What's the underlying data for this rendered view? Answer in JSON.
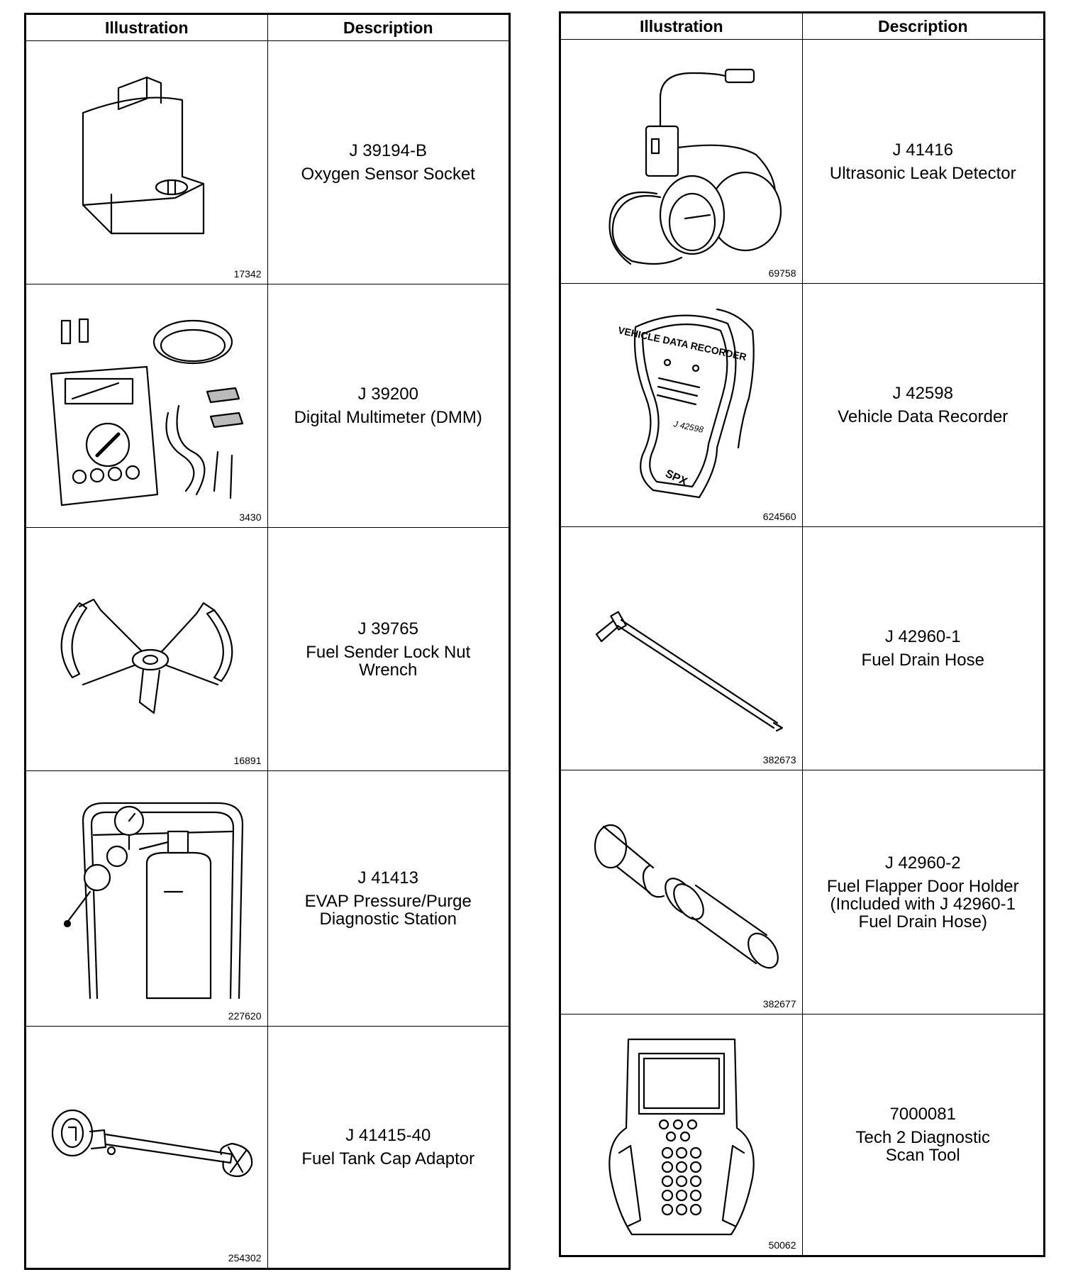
{
  "left_table": {
    "header": {
      "illustration": "Illustration",
      "description": "Description"
    },
    "rows": [
      {
        "figure_id": "17342",
        "part_number": "J 39194-B",
        "name": "Oxygen Sensor Socket"
      },
      {
        "figure_id": "3430",
        "part_number": "J 39200",
        "name": "Digital Multimeter (DMM)"
      },
      {
        "figure_id": "16891",
        "part_number": "J 39765",
        "name": "Fuel Sender Lock Nut\nWrench"
      },
      {
        "figure_id": "227620",
        "part_number": "J 41413",
        "name": "EVAP Pressure/Purge\nDiagnostic Station"
      },
      {
        "figure_id": "254302",
        "part_number": "J 41415-40",
        "name": "Fuel Tank Cap Adaptor"
      }
    ]
  },
  "right_table": {
    "header": {
      "illustration": "Illustration",
      "description": "Description"
    },
    "rows": [
      {
        "figure_id": "69758",
        "part_number": "J 41416",
        "name": "Ultrasonic Leak Detector"
      },
      {
        "figure_id": "624560",
        "part_number": "J 42598",
        "name": "Vehicle Data Recorder",
        "device_label": "VEHICLE DATA RECORDER",
        "device_model": "J 42598",
        "device_brand": "SPX"
      },
      {
        "figure_id": "382673",
        "part_number": "J 42960-1",
        "name": "Fuel Drain Hose"
      },
      {
        "figure_id": "382677",
        "part_number": "J  42960-2",
        "name": "Fuel Flapper Door Holder\n(Included with J 42960-1\nFuel Drain Hose)"
      },
      {
        "figure_id": "50062",
        "part_number": "7000081",
        "name": "Tech 2 Diagnostic\nScan Tool"
      }
    ]
  }
}
